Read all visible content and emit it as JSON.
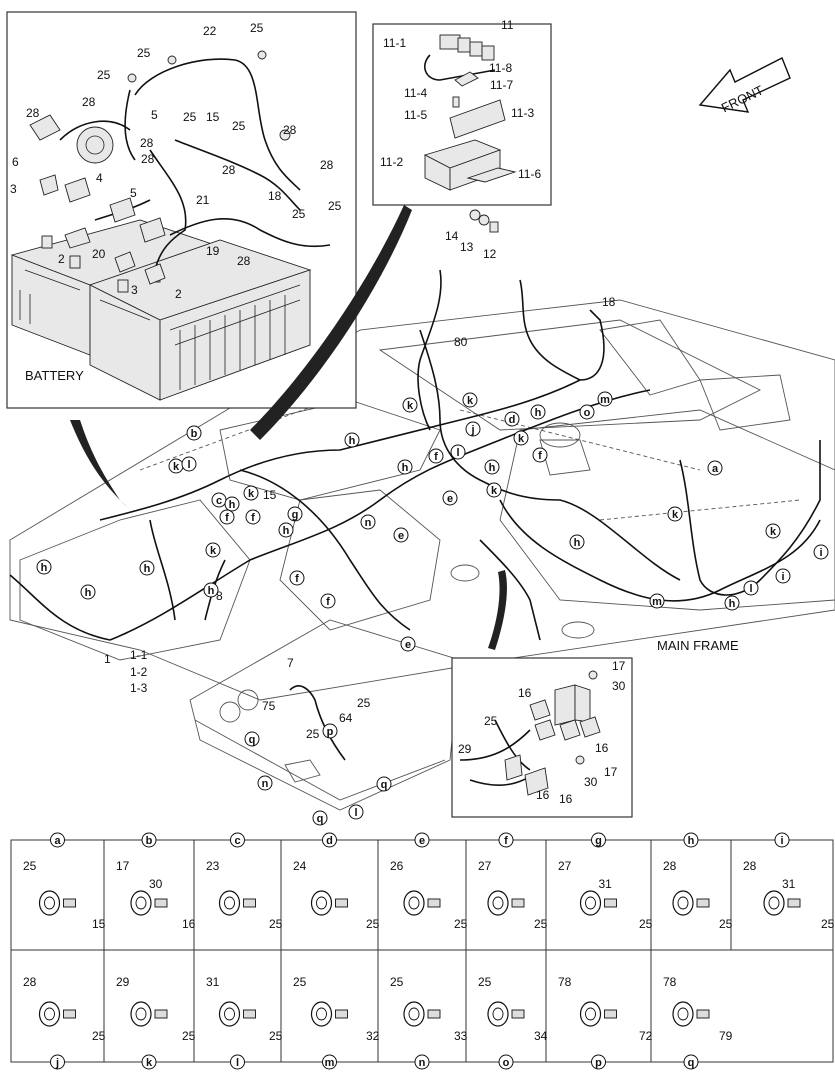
{
  "battery_panel": {
    "title": "BATTERY",
    "callouts": [
      "22",
      "25",
      "25",
      "25",
      "28",
      "28",
      "28",
      "5",
      "15",
      "25",
      "25",
      "28",
      "6",
      "21",
      "28",
      "28",
      "28",
      "3",
      "4",
      "5",
      "18",
      "25",
      "25",
      "20",
      "19",
      "28",
      "2",
      "3",
      "2"
    ]
  },
  "fuse_panel": {
    "callouts": [
      "11",
      "11-1",
      "11-8",
      "11-7",
      "11-4",
      "11-3",
      "11-5",
      "11-2",
      "11-6",
      "14",
      "13",
      "12"
    ]
  },
  "front_label": "FRONT",
  "main_frame_label": "MAIN FRAME",
  "main_callouts": [
    "18",
    "80",
    "15",
    "8",
    "7",
    "75",
    "25",
    "64",
    "25",
    "1",
    "1-1",
    "1-2",
    "1-3"
  ],
  "main_letters": [
    "a",
    "b",
    "c",
    "d",
    "e",
    "f",
    "g",
    "h",
    "i",
    "j",
    "k",
    "l",
    "m",
    "n",
    "o",
    "p",
    "q"
  ],
  "bracket_panel": {
    "callouts": [
      "17",
      "30",
      "16",
      "25",
      "16",
      "29",
      "17",
      "30",
      "16",
      "16"
    ]
  },
  "detail_grid": [
    {
      "letter": "a",
      "parts": [
        "25",
        "15"
      ]
    },
    {
      "letter": "b",
      "parts": [
        "17",
        "30",
        "16"
      ]
    },
    {
      "letter": "c",
      "parts": [
        "23",
        "25"
      ]
    },
    {
      "letter": "d",
      "parts": [
        "24",
        "25"
      ]
    },
    {
      "letter": "e",
      "parts": [
        "26",
        "25"
      ]
    },
    {
      "letter": "f",
      "parts": [
        "27",
        "25"
      ]
    },
    {
      "letter": "g",
      "parts": [
        "27",
        "31",
        "25"
      ]
    },
    {
      "letter": "h",
      "parts": [
        "28",
        "25"
      ]
    },
    {
      "letter": "i",
      "parts": [
        "28",
        "31",
        "25"
      ]
    },
    {
      "letter": "j",
      "parts": [
        "28",
        "25"
      ]
    },
    {
      "letter": "k",
      "parts": [
        "29",
        "25"
      ]
    },
    {
      "letter": "l",
      "parts": [
        "31",
        "25"
      ]
    },
    {
      "letter": "m",
      "parts": [
        "25",
        "32"
      ]
    },
    {
      "letter": "n",
      "parts": [
        "25",
        "33"
      ]
    },
    {
      "letter": "o",
      "parts": [
        "25",
        "34"
      ]
    },
    {
      "letter": "p",
      "parts": [
        "78",
        "72"
      ]
    },
    {
      "letter": "q",
      "parts": [
        "78",
        "79"
      ]
    }
  ]
}
